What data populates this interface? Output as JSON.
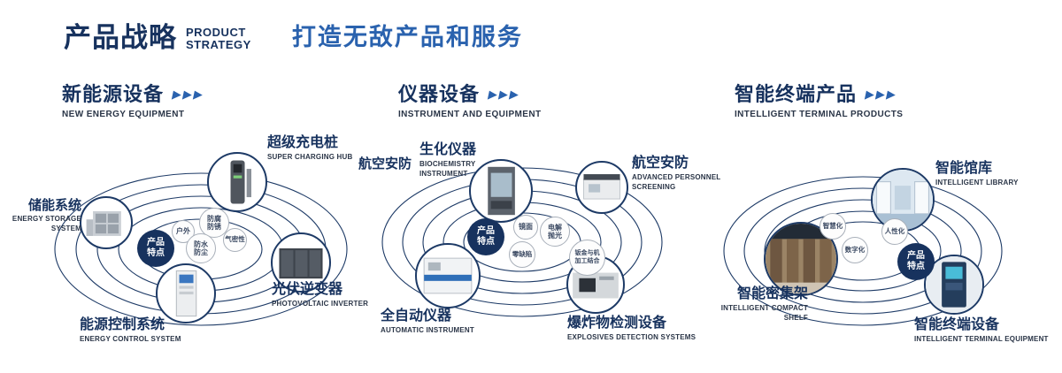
{
  "header": {
    "title": "产品战略",
    "subtitle1": "PRODUCT",
    "subtitle2": "STRATEGY",
    "tagline": "打造无敌产品和服务"
  },
  "arrows": "▶▶▶",
  "badge_label": "产品特点",
  "colors": {
    "navy": "#17325e",
    "blue": "#2a62ae"
  },
  "sections": [
    {
      "title": "新能源设备",
      "subtitle": "NEW ENERGY EQUIPMENT",
      "products": [
        {
          "name": "储能系统",
          "en": "ENERGY STORAGE SYSTEM"
        },
        {
          "name": "超级充电桩",
          "en": "SUPER CHARGING HUB"
        },
        {
          "name": "光伏逆变器",
          "en": "PHOTOVOLTAIC INVERTER"
        },
        {
          "name": "能源控制系统",
          "en": "ENERGY CONTROL SYSTEM"
        }
      ],
      "features": [
        "户外",
        "防腐防锈",
        "防水防尘",
        "气密性"
      ]
    },
    {
      "title": "仪器设备",
      "subtitle": "INSTRUMENT AND EQUIPMENT",
      "side_label": "航空安防",
      "products": [
        {
          "name": "生化仪器",
          "en": "BIOCHEMISTRY INSTRUMENT"
        },
        {
          "name": "航空安防",
          "en": "ADVANCED PERSONNEL SCREENING"
        },
        {
          "name": "全自动仪器",
          "en": "AUTOMATIC INSTRUMENT"
        },
        {
          "name": "爆炸物检测设备",
          "en": "EXPLOSIVES DETECTION SYSTEMS"
        }
      ],
      "features": [
        "镜面",
        "电解抛光",
        "零缺陷",
        "钣金与机加工结合"
      ]
    },
    {
      "title": "智能终端产品",
      "subtitle": "INTELLIGENT TERMINAL PRODUCTS",
      "products": [
        {
          "name": "智能馆库",
          "en": "INTELLIGENT LIBRARY"
        },
        {
          "name": "智能密集架",
          "en": "INTELLIGENT COMPACT SHELF"
        },
        {
          "name": "智能终端设备",
          "en": "INTELLIGENT TERMINAL EQUIPMENT"
        }
      ],
      "features": [
        "智慧化",
        "人性化",
        "数字化"
      ]
    }
  ]
}
